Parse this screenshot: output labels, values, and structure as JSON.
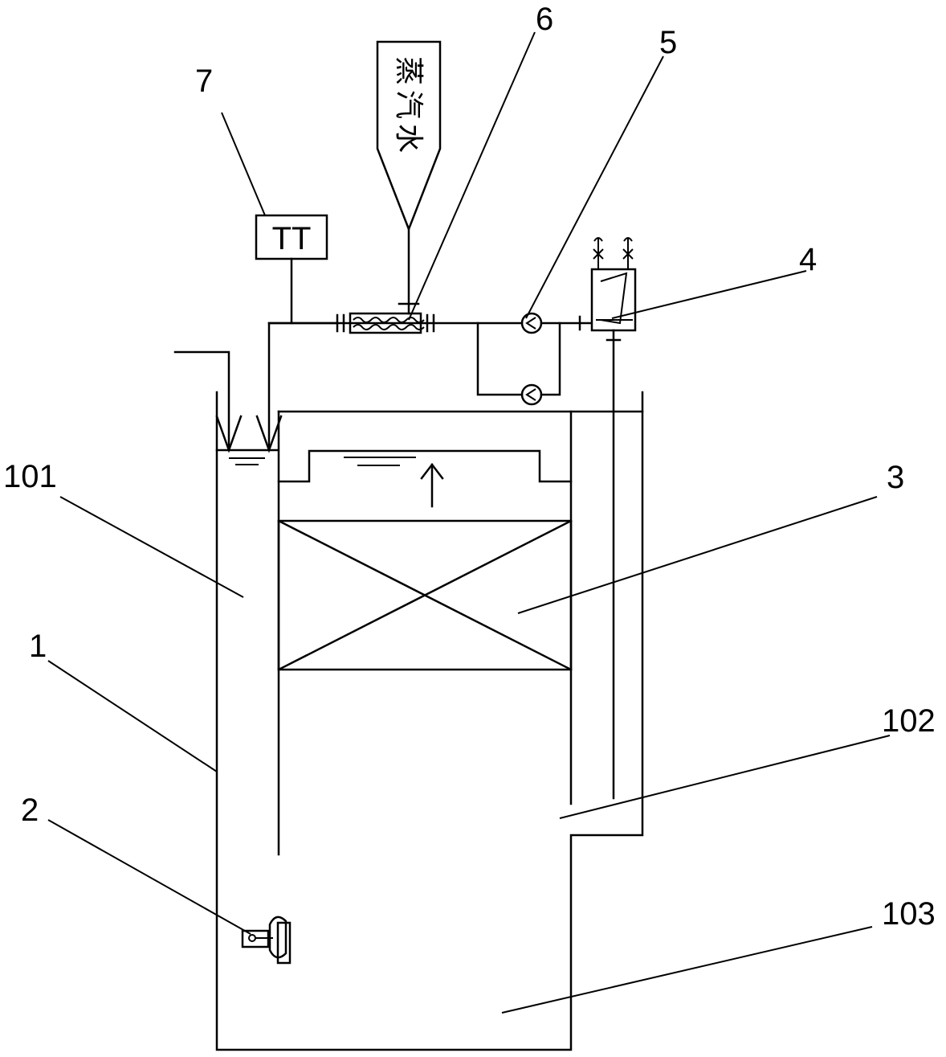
{
  "labels": {
    "l7": "7",
    "l6": "6",
    "l5": "5",
    "l4": "4",
    "l3": "3",
    "l101": "101",
    "l1": "1",
    "l2": "2",
    "l102": "102",
    "l103": "103"
  },
  "steam_tag": {
    "chars": [
      "蒸",
      "汽",
      "水"
    ]
  },
  "sensor": {
    "text": "TT"
  }
}
